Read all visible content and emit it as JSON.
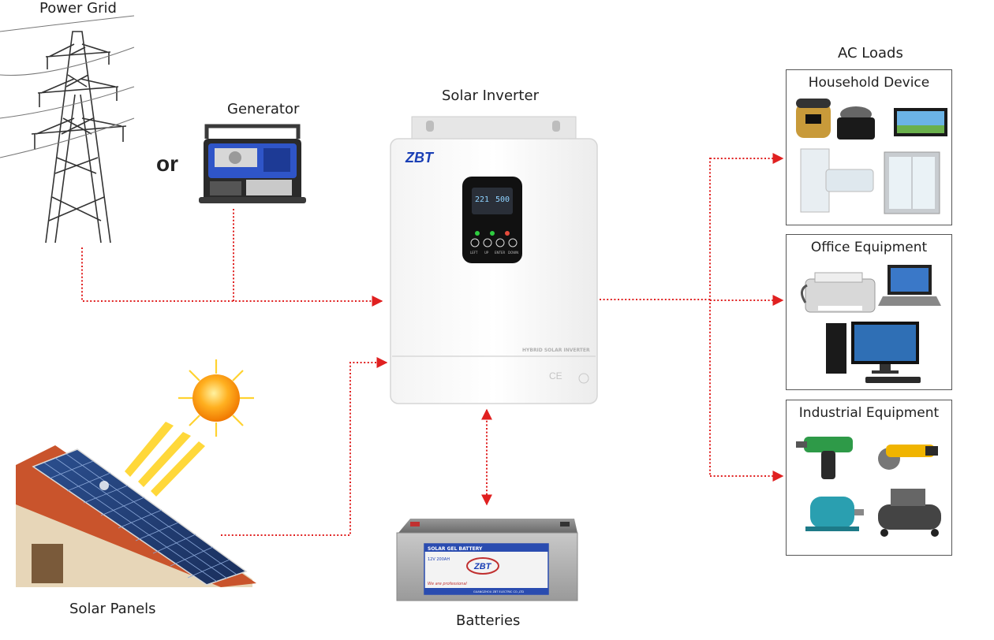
{
  "labels": {
    "power_grid": "Power Grid",
    "or": "or",
    "generator": "Generator",
    "solar_inverter": "Solar Inverter",
    "ac_loads": "AC Loads",
    "solar_panels": "Solar Panels",
    "batteries": "Batteries"
  },
  "inverter": {
    "brand": "ZBT",
    "model_text": "HYBRID SOLAR INVERTER",
    "display_left": "221",
    "display_right": "500",
    "buttons": [
      "LEFT",
      "UP",
      "ENTER",
      "DOWN"
    ]
  },
  "battery": {
    "header": "SOLAR GEL BATTERY",
    "spec": "12V  200AH",
    "brand": "ZBT",
    "slogan": "We are professional",
    "maker": "GUANGZHOU ZBT ELECTRIC CO.,LTD"
  },
  "loads": [
    {
      "title": "Household Device"
    },
    {
      "title": "Office Equipment"
    },
    {
      "title": "Industrial Equipment"
    }
  ],
  "colors": {
    "connector": "#e02020",
    "text": "#1f1f1f",
    "box_border": "#555555",
    "brand_blue": "#1a3fb5"
  }
}
